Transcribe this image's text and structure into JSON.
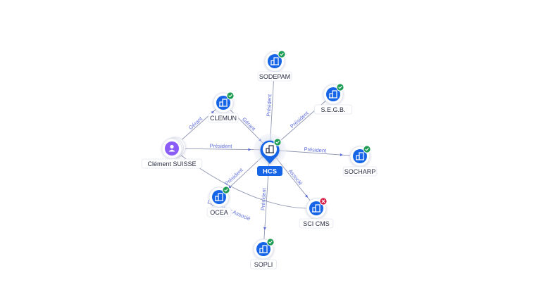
{
  "colors": {
    "accent": "#1565e6",
    "edge": "#8e95b2",
    "edge_label": "#5b6bd6",
    "status_ok": "#1f9d55",
    "status_closed": "#d81b45",
    "person": "#8b5cf6"
  },
  "center": {
    "id": "hcs",
    "label": "HCS",
    "icon": "building-icon",
    "status": "active"
  },
  "nodes": [
    {
      "id": "sodepam",
      "label": "SODEPAM",
      "kind": "company",
      "icon": "building-icon",
      "status": "active"
    },
    {
      "id": "clemun",
      "label": "CLEMUN",
      "kind": "company",
      "icon": "building-icon",
      "status": "active"
    },
    {
      "id": "segb",
      "label": "S.E.G.B.",
      "kind": "company",
      "icon": "building-icon",
      "status": "active"
    },
    {
      "id": "clement",
      "label": "Clément SUISSE",
      "kind": "person",
      "icon": "person-icon",
      "status": "none"
    },
    {
      "id": "socharp",
      "label": "SOCHARP",
      "kind": "company",
      "icon": "building-icon",
      "status": "active"
    },
    {
      "id": "ocea",
      "label": "OCEA",
      "kind": "company",
      "icon": "building-icon",
      "status": "active"
    },
    {
      "id": "scicms",
      "label": "SCI CMS",
      "kind": "company",
      "icon": "building-icon",
      "status": "closed"
    },
    {
      "id": "sopli",
      "label": "SOPLI",
      "kind": "company",
      "icon": "building-icon",
      "status": "active"
    }
  ],
  "edges": [
    {
      "from": "hcs",
      "to": "sodepam",
      "label": "Président"
    },
    {
      "from": "hcs",
      "to": "segb",
      "label": "Président"
    },
    {
      "from": "hcs",
      "to": "socharp",
      "label": "Président"
    },
    {
      "from": "hcs",
      "to": "scicms",
      "label": "Associé"
    },
    {
      "from": "hcs",
      "to": "sopli",
      "label": "Président"
    },
    {
      "from": "clement",
      "to": "hcs",
      "label": "Président"
    },
    {
      "from": "clement",
      "to": "clemun",
      "label": "Gérant"
    },
    {
      "from": "clemun",
      "to": "hcs",
      "label": "Gérant"
    },
    {
      "from": "clement",
      "to": "scicms",
      "label": "Liquidateur Associé"
    },
    {
      "from": "hcs",
      "to": "ocea",
      "label": "Président"
    }
  ]
}
